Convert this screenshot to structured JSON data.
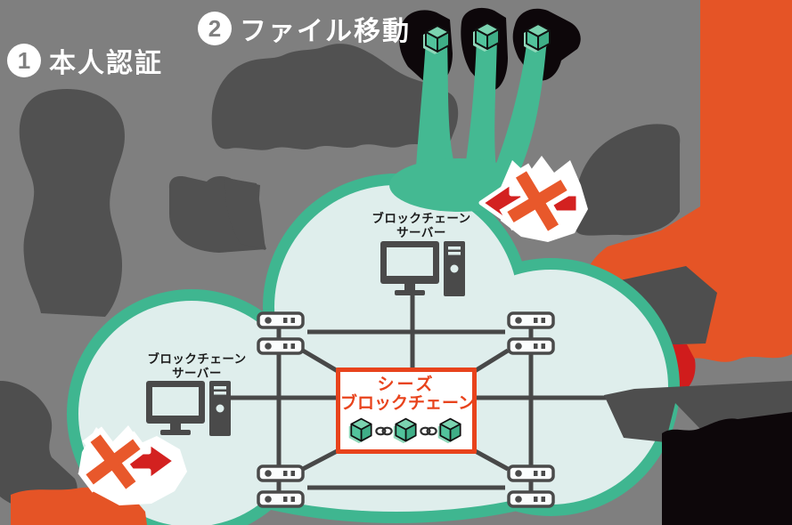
{
  "steps": [
    {
      "number": "1",
      "label": "本人認証"
    },
    {
      "number": "2",
      "label": "ファイル移動"
    }
  ],
  "network": {
    "top_server": {
      "label1": "ブロックチェーン",
      "label2": "サーバー"
    },
    "left_server": {
      "label1": "ブロックチェーン",
      "label2": "サーバー"
    },
    "rack_cluster_count": 4,
    "racks_per_cluster": 2
  },
  "center_box": {
    "line1": "シーズ",
    "line2": "ブロックチェーン",
    "cube_count": 3
  },
  "upload_cubes_count": 3,
  "blocked_attacks": [
    {
      "side": "right",
      "arrow_direction": "left",
      "mark": "x"
    },
    {
      "side": "bottom-left",
      "arrow_direction": "right",
      "mark": "x"
    }
  ],
  "icons": {
    "cube": "file-block-cube",
    "chain": "chain-link",
    "server_rack": "server-rack",
    "desktop": "desktop-computer",
    "x_mark": "blocked-x",
    "cloud": "network-cloud"
  },
  "colors": {
    "background": "#7f7f7f",
    "silhouette_gray": "#515151",
    "silhouette_black": "#0d070a",
    "teal": "#3fb690",
    "cloud_fill": "#dfeeec",
    "network_dark": "#484848",
    "box_accent": "#e8431c",
    "x_mark_orange": "#e8582b",
    "arrow_red": "#d32120",
    "attacker_orange": "#e55426",
    "attacker_red": "#d01c1c",
    "white": "#ffffff"
  }
}
